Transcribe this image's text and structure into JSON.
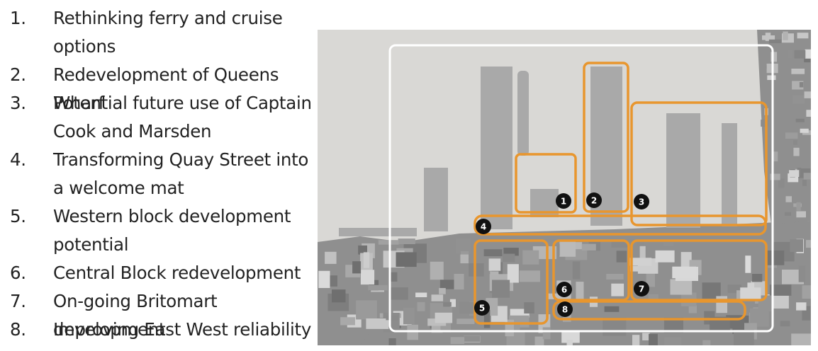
{
  "legend": {
    "items": [
      {
        "number": "1.",
        "text": "Rethinking ferry and cruise options"
      },
      {
        "number": "2.",
        "text": "Redevelopment of Queens Wharf"
      },
      {
        "number": "3.",
        "text": "Potential future use of Captain Cook and Marsden"
      },
      {
        "number": "4.",
        "text": "Transforming Quay Street into a welcome mat"
      },
      {
        "number": "5.",
        "text": "Western block development potential"
      },
      {
        "number": "6.",
        "text": "Central Block redevelopment"
      },
      {
        "number": "7.",
        "text": "On-going Britomart development"
      },
      {
        "number": "8.",
        "text": "Improving East West reliability"
      }
    ]
  },
  "map": {
    "markers": [
      "1",
      "2",
      "3",
      "4",
      "5",
      "6",
      "7",
      "8"
    ],
    "colors": {
      "highlight": "#e8962e",
      "marker": "#111111",
      "marker_text": "#ffffff",
      "frame": "#ffffff",
      "water": "#d9d8d5",
      "land": "#8f8f8f",
      "wharf": "#a9a9a9"
    }
  }
}
